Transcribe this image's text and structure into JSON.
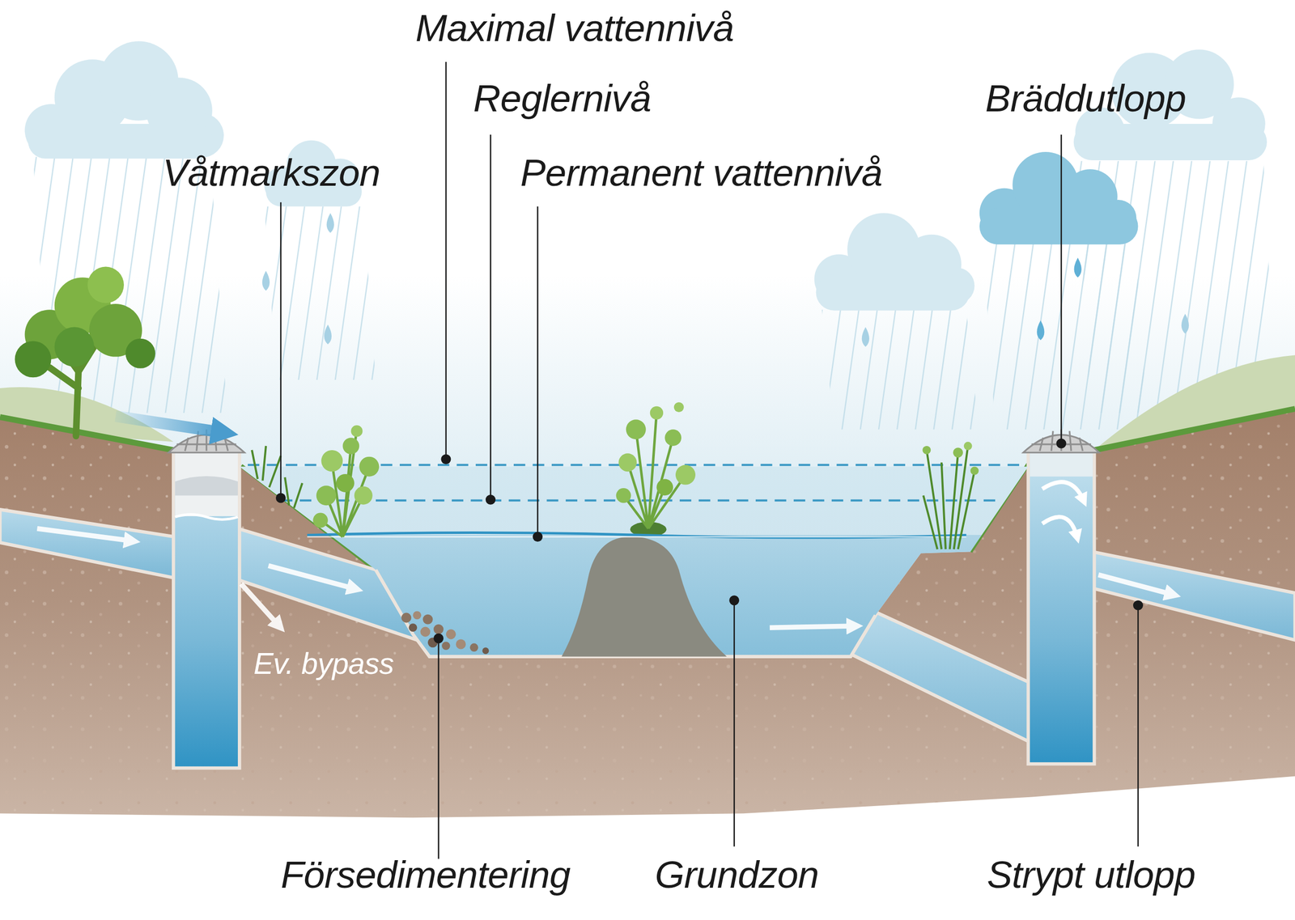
{
  "diagram": {
    "labels": [
      "Maximal vattennivå",
      "Reglernivå",
      "Våtmarkszon",
      "Permanent vattennivå",
      "Bräddutlopp",
      "Ev. bypass",
      "Försedimentering",
      "Grundzon",
      "Strypt utlopp"
    ]
  }
}
